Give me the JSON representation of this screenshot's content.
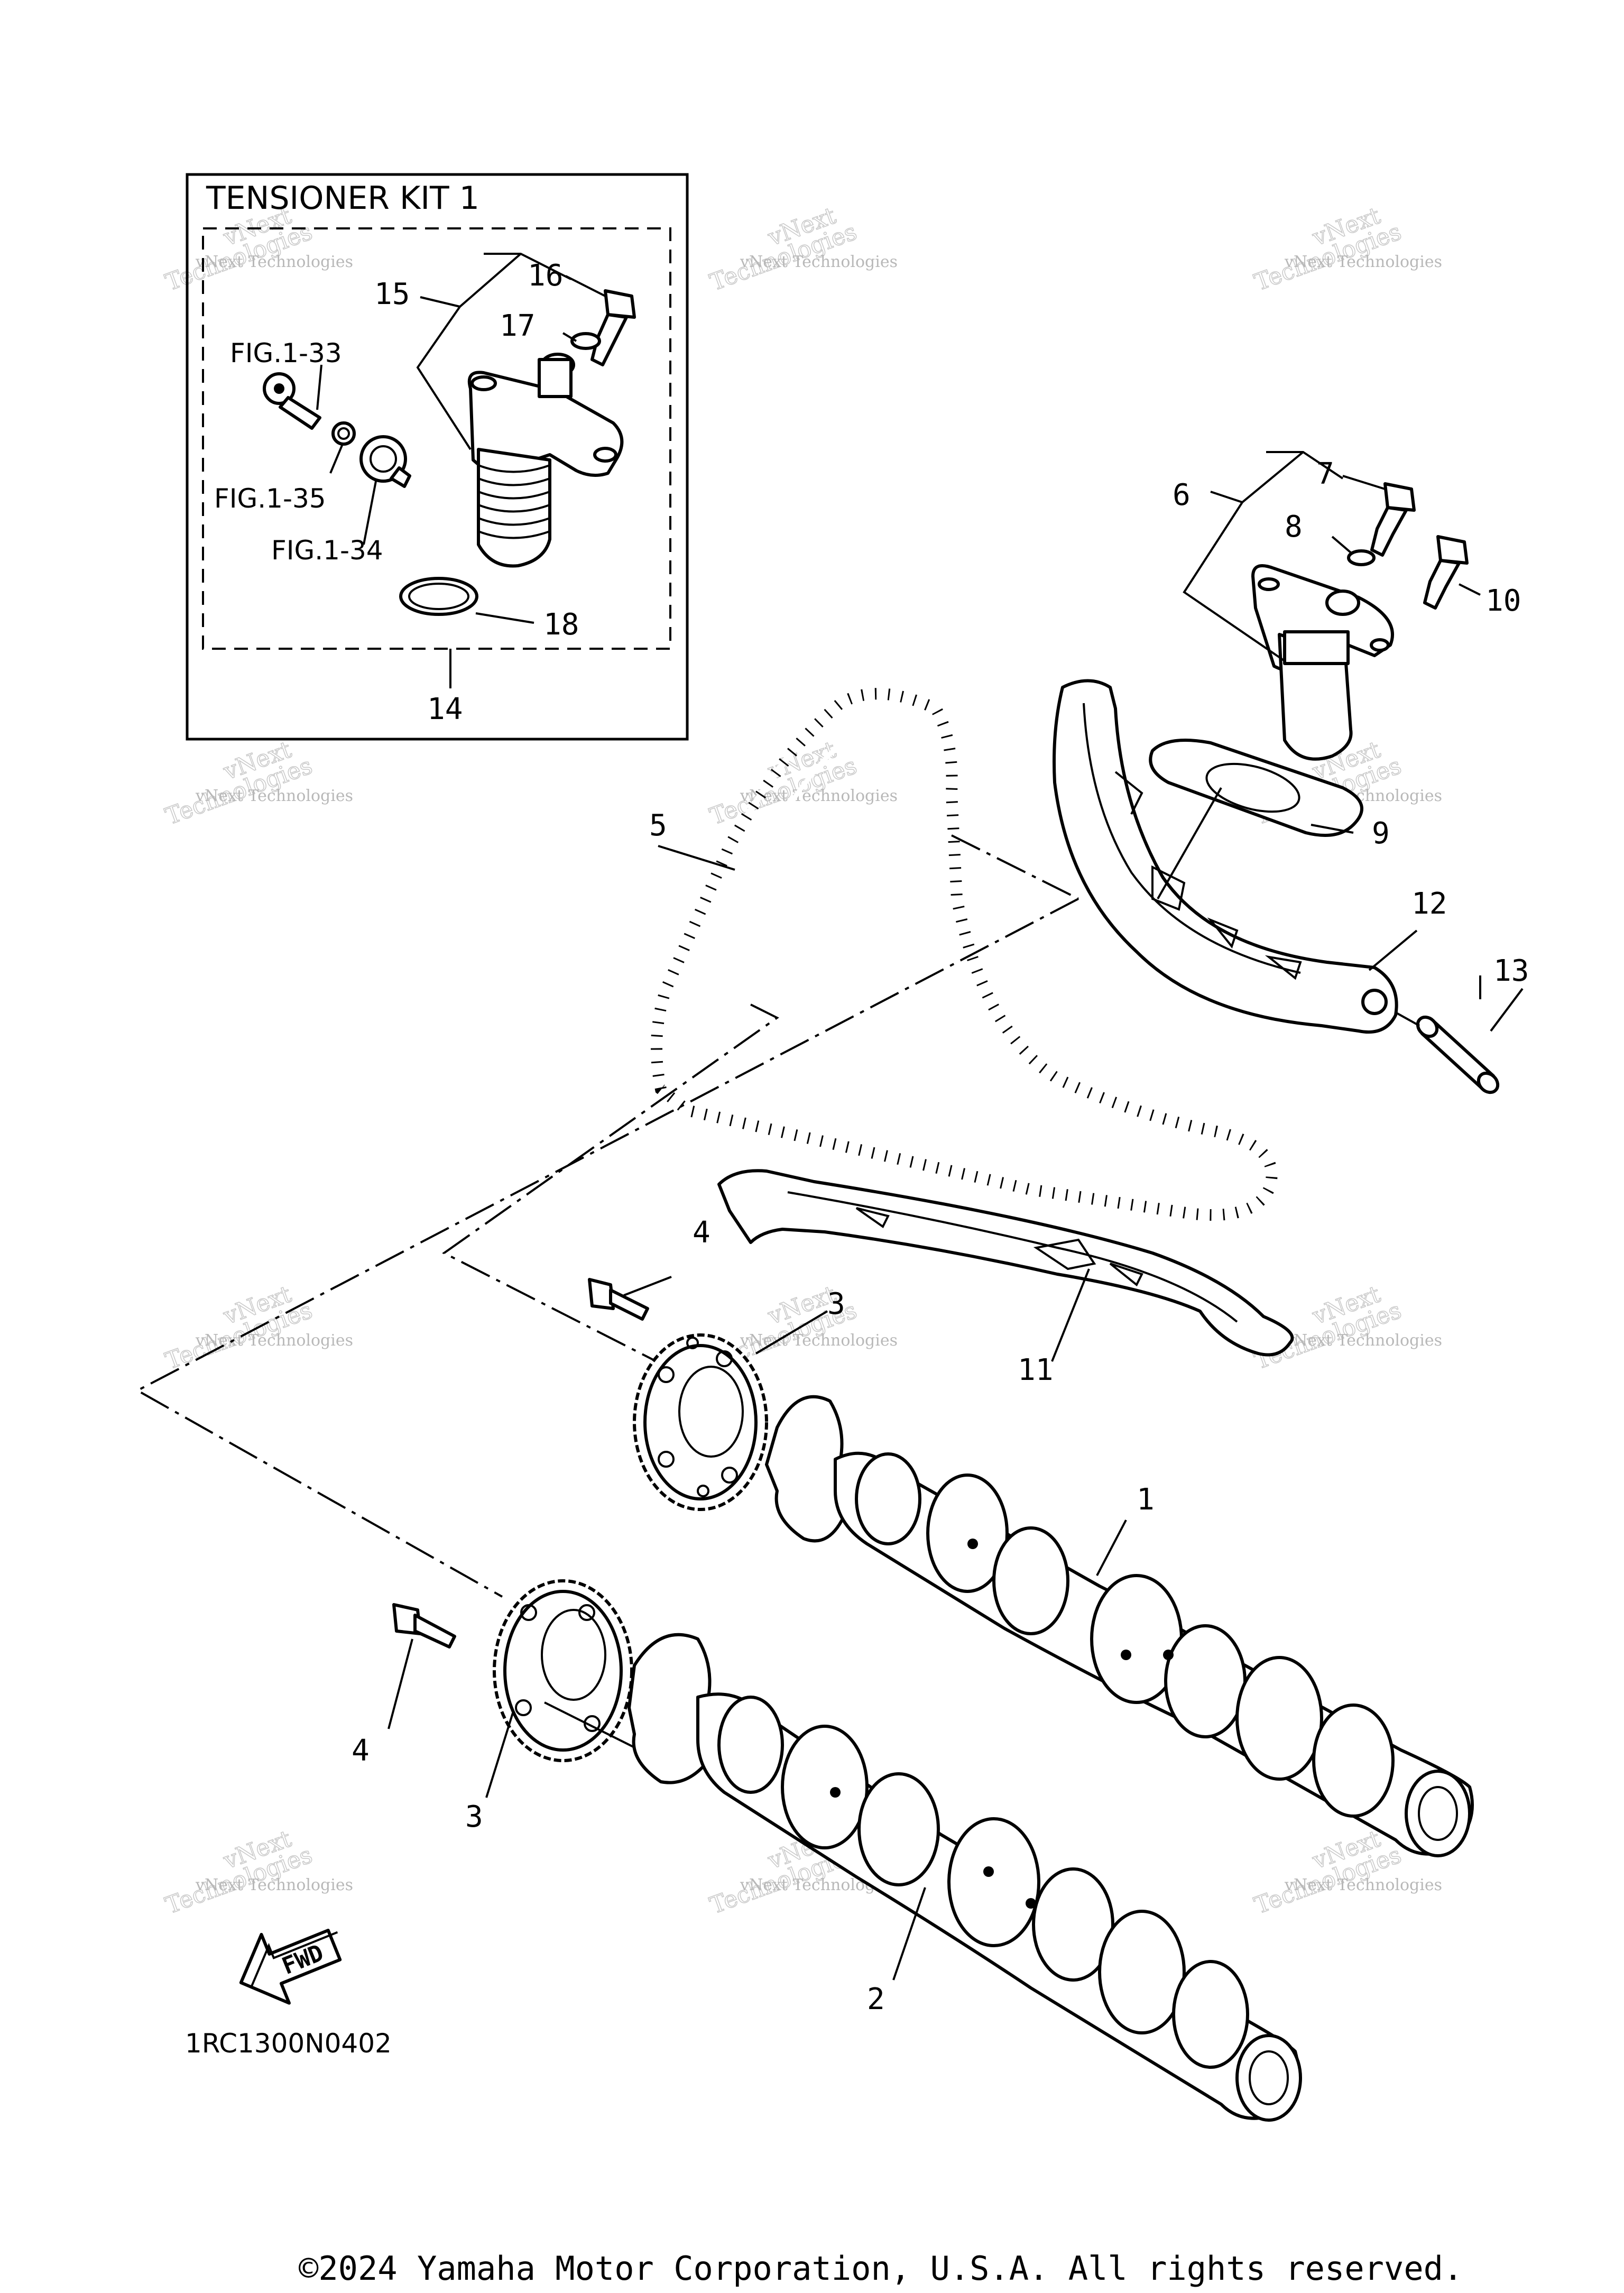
{
  "kit": {
    "title": "TENSIONER KIT 1",
    "number": "14"
  },
  "callouts": {
    "c1": "1",
    "c2": "2",
    "c3": "3",
    "c4a": "4",
    "c4b": "4",
    "c3b": "3",
    "c5": "5",
    "c6": "6",
    "c7": "7",
    "c8": "8",
    "c9": "9",
    "c10": "10",
    "c11": "11",
    "c12": "12",
    "c13": "13",
    "c15": "15",
    "c16": "16",
    "c17": "17",
    "c18": "18",
    "fig33": "FIG.1-33",
    "fig35": "FIG.1-35",
    "fig34": "FIG.1-34"
  },
  "diagram_code": "1RC1300N0402",
  "fwd_label": "FWD",
  "copyright": "©2024 Yamaha Motor Corporation, U.S.A. All rights reserved.",
  "watermark": {
    "line1": "vNext Technologies",
    "line2": "vNext",
    "line3": "Technologies"
  }
}
